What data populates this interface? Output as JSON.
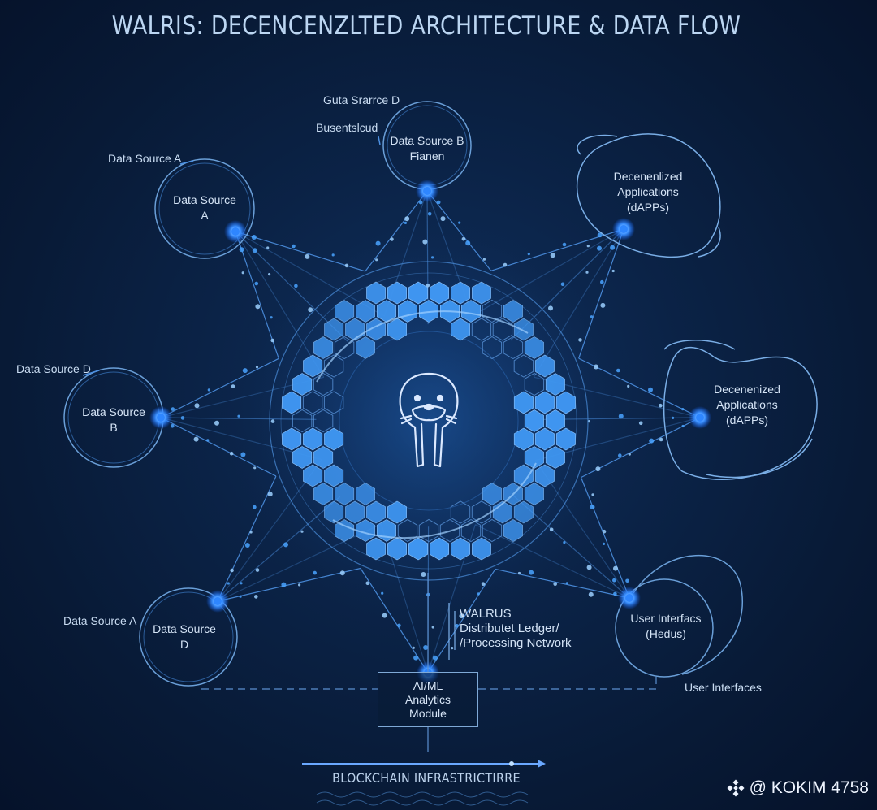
{
  "title": "WALRIS: DECENCENZLTED ARCHITECTURE & DATA FLOW",
  "nodes": {
    "top": {
      "line1": "Data Source B",
      "line2": "Fianen"
    },
    "upper_left": {
      "line1": "Data Source",
      "line2": "A"
    },
    "left": {
      "line1": "Data Source",
      "line2": "B"
    },
    "lower_left": {
      "line1": "Data Source",
      "line2": "D"
    },
    "upper_right": {
      "line1": "Decenenlized",
      "line2": "Applications",
      "line3": "(dAPPs)"
    },
    "right": {
      "line1": "Decenenized",
      "line2": "Applications",
      "line3": "(dAPPs)"
    },
    "lower_right": {
      "line1": "User Interfacs",
      "line2": "(Hedus)"
    }
  },
  "outer_labels": {
    "top_a": "Guta Srarrce D",
    "top_b": "Busentslcud",
    "upper_left": "Data Source A",
    "left": "Data Source D",
    "lower_left": "Data Source A",
    "lower_right": "User Interfaces"
  },
  "network": {
    "line1": "WALRUS",
    "line2": "Distributet Ledger/",
    "line3": "/Processing Network"
  },
  "module": {
    "line1": "AI/ML",
    "line2": "Analytics",
    "line3": "Module"
  },
  "footer": "BLOCKCHAIN INFRASTRICTIRRE",
  "watermark": "@ KOKIM 4758",
  "colors": {
    "background": "#0a1f40",
    "accent": "#2e8dff",
    "hex_fill": "#3f95f0",
    "line": "#6fb3ff",
    "text": "#c9dcf2"
  },
  "icons": [
    "walrus-icon",
    "binance-logo-icon"
  ]
}
